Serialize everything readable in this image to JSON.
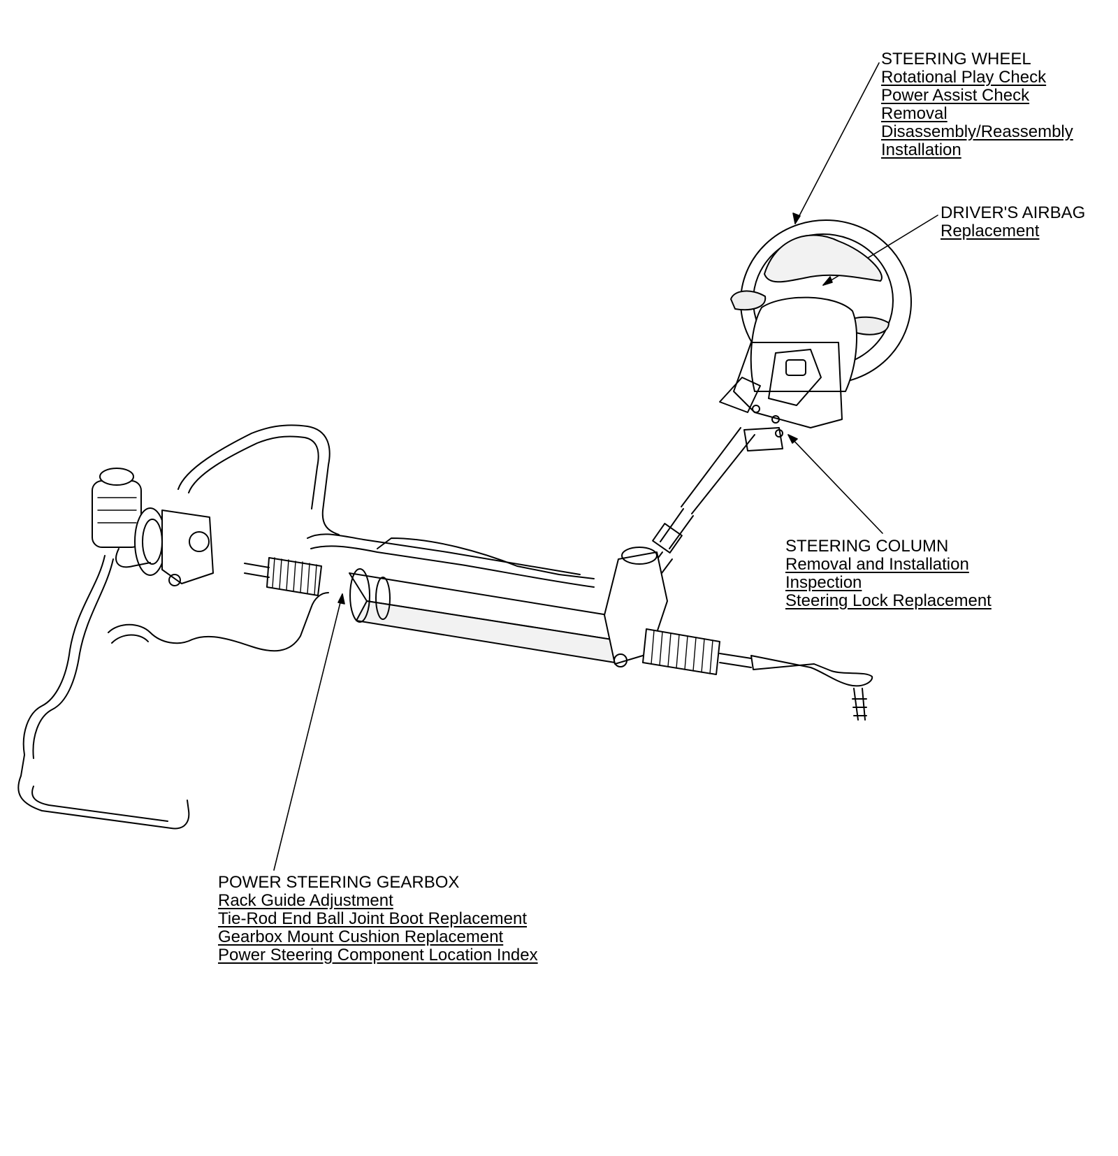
{
  "callouts": {
    "steering_wheel": {
      "title": "STEERING WHEEL",
      "links": [
        "Rotational Play Check",
        "Power Assist Check",
        "Removal",
        "Disassembly/Reassembly",
        "Installation"
      ]
    },
    "drivers_airbag": {
      "title": "DRIVER'S AIRBAG",
      "links": [
        "Replacement"
      ]
    },
    "steering_column": {
      "title": "STEERING COLUMN",
      "links": [
        "Removal and Installation",
        "Inspection",
        "Steering Lock Replacement"
      ]
    },
    "power_steering_gearbox": {
      "title": "POWER STEERING GEARBOX",
      "links": [
        "Rack Guide Adjustment",
        "Tie-Rod End Ball Joint Boot Replacement",
        "Gearbox Mount Cushion Replacement",
        "Power Steering Component Location Index"
      ]
    }
  },
  "colors": {
    "ink": "#000000",
    "background": "#ffffff",
    "shade": "#d9d9d9"
  }
}
